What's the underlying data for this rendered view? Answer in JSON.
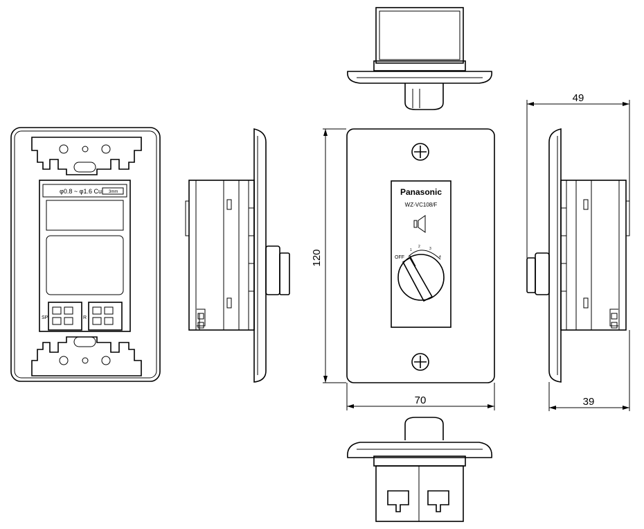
{
  "dimensions": {
    "height": "120",
    "width": "70",
    "depth_total": "49",
    "depth_body": "39"
  },
  "faceplate": {
    "brand": "Panasonic",
    "model": "WZ-VC108/F",
    "off_label": "OFF",
    "dial_marks": [
      "1",
      "2",
      "3",
      "4"
    ],
    "icon": "speaker-icon"
  },
  "back_view": {
    "wire_label": "φ0.8 ~ φ1.6 Cu",
    "strip_label": "3mm",
    "terminal_left": "SP",
    "terminal_right": "R"
  }
}
